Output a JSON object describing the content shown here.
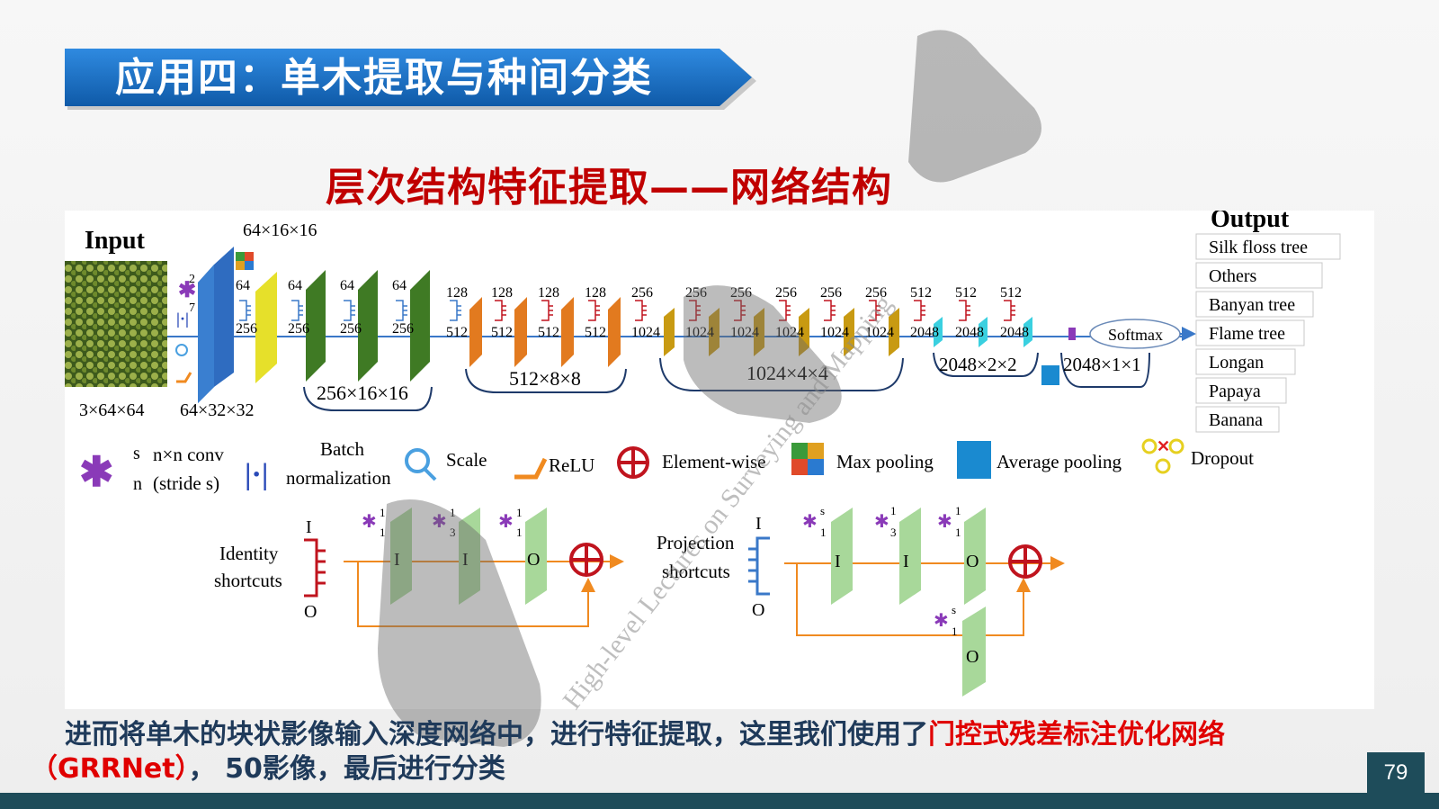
{
  "slide": {
    "title": "应用四：单木提取与种间分类",
    "subtitle": "层次结构特征提取——网络结构",
    "body_part1": "进而将单木的块状影像输入深度网络中，进行特征提取，这里我们使用了",
    "body_highlight": "门控式残差标注优化网络（GRRNet）",
    "body_part2": "，  50影像，最后进行分类",
    "page_number": "79",
    "watermark_text": "High-level Lectures on Surveying and Mapping"
  },
  "diagram": {
    "input_label": "Input",
    "output_label": "Output",
    "input_dim": "3×64×64",
    "conv1_dim": "64×32×32",
    "pool_dim": "64×16×16",
    "stage1_dim": "256×16×16",
    "stage2_dim": "512×8×8",
    "stage3_dim": "1024×4×4",
    "stage4_dim": "2048×2×2",
    "final_dim": "2048×1×1",
    "softmax_label": "Softmax",
    "classes": [
      "Silk floss tree",
      "Others",
      "Banyan tree",
      "Flame tree",
      "Longan",
      "Papaya",
      "Banana"
    ],
    "conv_top_labels": [
      "64",
      "64",
      "64",
      "64",
      "128",
      "128",
      "128",
      "128",
      "256",
      "256",
      "256",
      "256",
      "256",
      "256",
      "512",
      "512",
      "512"
    ],
    "conv_bottom_labels": [
      "256",
      "256",
      "256",
      "256",
      "512",
      "512",
      "512",
      "512",
      "1024",
      "1024",
      "1024",
      "1024",
      "1024",
      "1024",
      "2048",
      "2048",
      "2048"
    ],
    "conv1_kernel": "7",
    "conv1_stride": "2",
    "legend": {
      "conv_s": "s",
      "conv_n": "n",
      "conv_label1": "n×n conv",
      "conv_label2": "(stride s)",
      "batch_norm1": "Batch",
      "batch_norm2": "normalization",
      "scale": "Scale",
      "relu": "ReLU",
      "element_wise": "Element-wise",
      "max_pooling": "Max pooling",
      "average_pooling": "Average pooling",
      "dropout": "Dropout"
    },
    "identity": {
      "label1": "Identity",
      "label2": "shortcuts",
      "in": "I",
      "out": "O",
      "block1": "I",
      "block2": "I",
      "block3": "O",
      "k1": "1",
      "s1": "1",
      "k2": "3",
      "s2": "1",
      "k3": "1",
      "s3": "1"
    },
    "projection": {
      "label1": "Projection",
      "label2": "shortcuts",
      "in": "I",
      "out": "O",
      "block1": "I",
      "block2": "I",
      "block3": "O",
      "block4": "O",
      "k1": "1",
      "s1": "s",
      "k2": "3",
      "s2": "1",
      "k3": "1",
      "s3": "1",
      "k4": "1",
      "s4": "s"
    }
  },
  "colors": {
    "title_blue": "#1a6fc0",
    "subtitle_red": "#c00000",
    "conv1_blue": "#3a7fd0",
    "bn_yellow": "#e6e02a",
    "stage1_green": "#3f7a24",
    "stage2_orange": "#e27a1f",
    "stage3_gold": "#c89a12",
    "stage4_cyan": "#3ad0e0",
    "relu_orange": "#f08a20",
    "conv_purple": "#8a3ab8",
    "residual_red": "#c0141e",
    "footer": "#1e4c5a"
  }
}
